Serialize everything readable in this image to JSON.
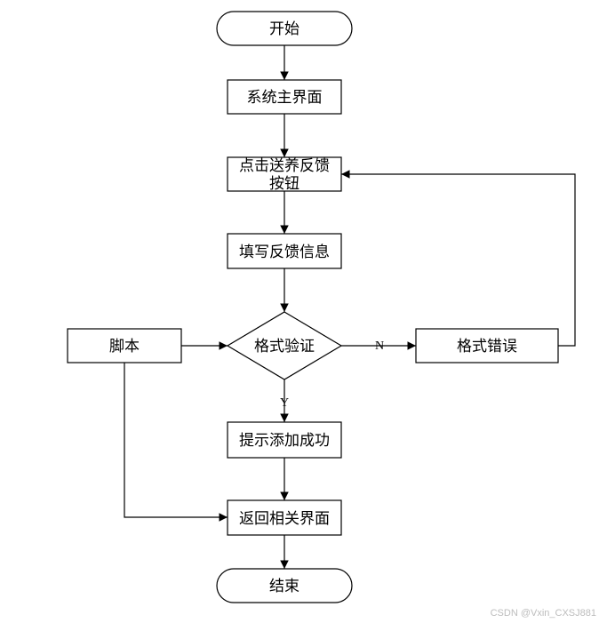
{
  "nodes": {
    "start": "开始",
    "main_ui": "系统主界面",
    "click_line1": "点击送养反馈",
    "click_line2": "按钮",
    "fill_info": "填写反馈信息",
    "validate": "格式验证",
    "script": "脚本",
    "format_error": "格式错误",
    "success": "提示添加成功",
    "return_ui": "返回相关界面",
    "end": "结束"
  },
  "edge_labels": {
    "no": "N",
    "yes": "Y"
  },
  "watermark": "CSDN @Vxin_CXSJ881"
}
